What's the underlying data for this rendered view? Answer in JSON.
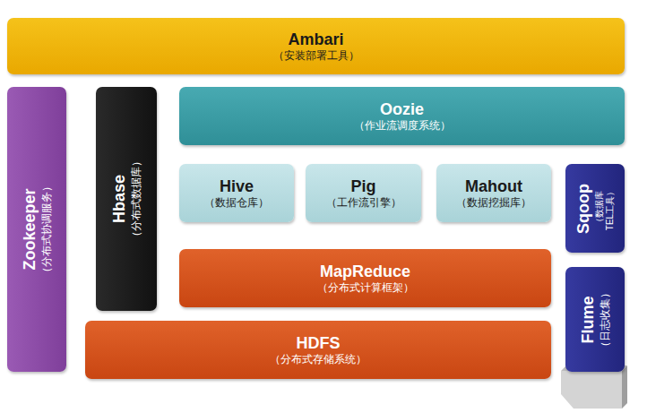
{
  "diagram": {
    "nodes": [
      {
        "text": [
          "Ambari",
          "（安装部署工具）"
        ]
      },
      {
        "text": [
          "Zookeeper",
          "（分布式协调服务）"
        ]
      },
      {
        "text": [
          "Hbase",
          "（分布式数据库）"
        ]
      },
      {
        "text": [
          "Oozie",
          "（作业流调度系统）"
        ]
      },
      {
        "text": [
          "Hive",
          "（数据仓库）"
        ]
      },
      {
        "text": [
          "Pig",
          "（工作流引擎）"
        ]
      },
      {
        "text": [
          "Mahout",
          "（数据挖掘库）"
        ]
      },
      {
        "text": [
          "Sqoop",
          "（数据库 TEL工具）"
        ]
      },
      {
        "text": [
          "MapReduce",
          "（分布式计算框架）"
        ]
      },
      {
        "text": [
          "HDFS",
          "（分布式存储系统）"
        ]
      },
      {
        "text": [
          "Flume",
          "（日志收集）"
        ]
      }
    ]
  }
}
